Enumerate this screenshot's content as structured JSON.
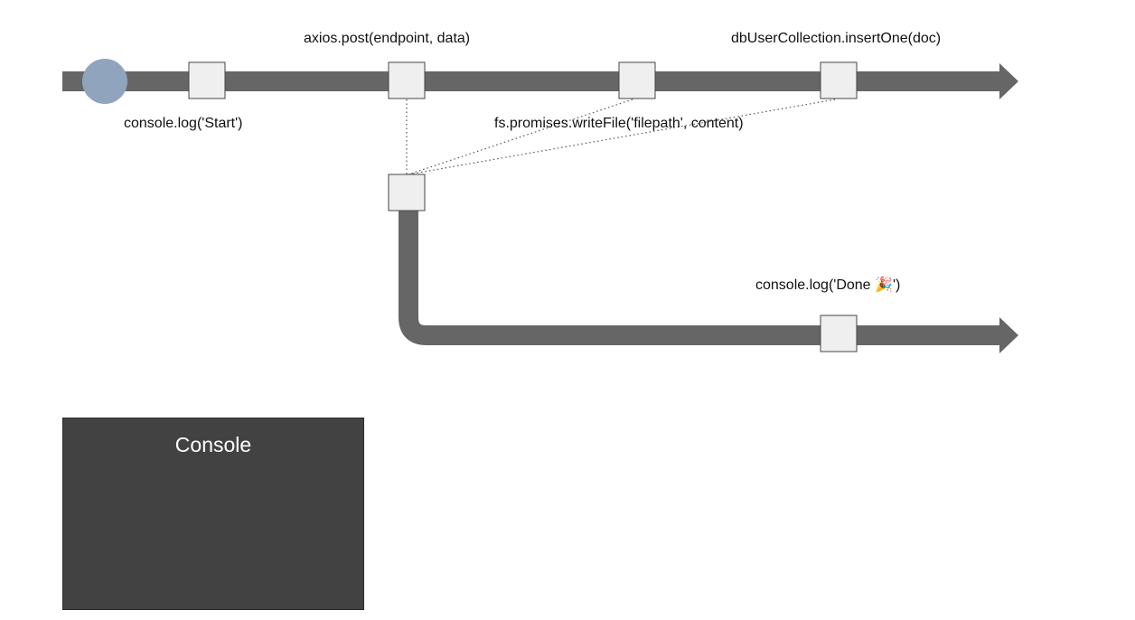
{
  "colors": {
    "track": "#666666",
    "node_fill": "#efefef",
    "node_stroke": "#444444",
    "start_node": "#91a4bd",
    "console_bg": "#424242",
    "console_text": "#ffffff"
  },
  "labels": {
    "console_log_start": "console.log('Start')",
    "axios_post": "axios.post(endpoint, data)",
    "fs_write_file": "fs.promises.writeFile('filepath', content)",
    "db_insert_one": "dbUserCollection.insertOne(doc)",
    "console_log_done": "console.log('Done 🎉')"
  },
  "console": {
    "title": "Console"
  }
}
